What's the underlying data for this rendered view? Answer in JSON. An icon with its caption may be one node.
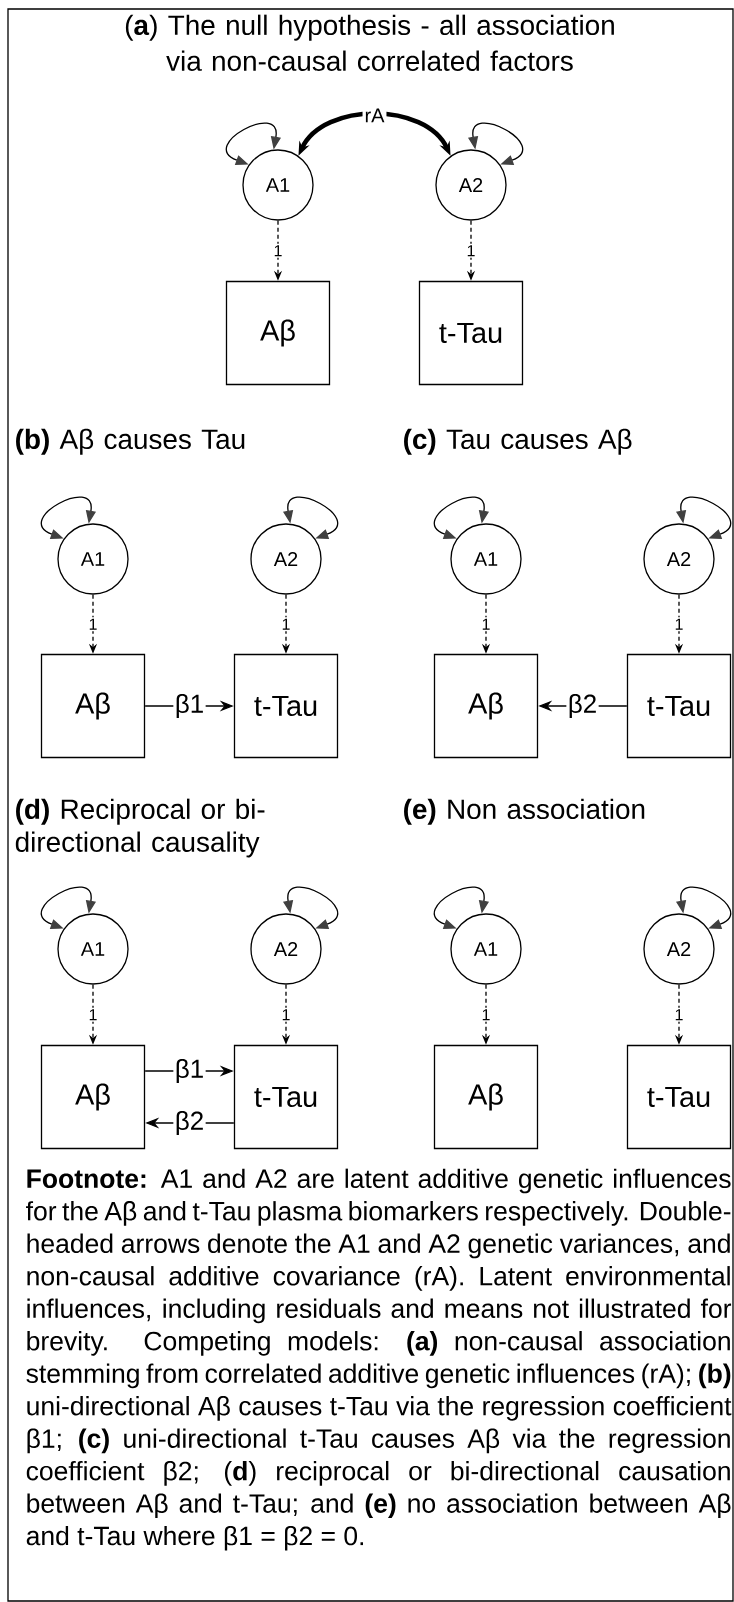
{
  "diagram": {
    "nodes": [
      {
        "text": [
          "A1"
        ]
      },
      {
        "text": [
          "A2"
        ]
      },
      {
        "text": [
          "Aβ"
        ]
      },
      {
        "text": [
          "t-Tau"
        ]
      },
      {
        "text": [
          "A1"
        ]
      },
      {
        "text": [
          "A2"
        ]
      },
      {
        "text": [
          "Aβ"
        ]
      },
      {
        "text": [
          "t-Tau"
        ]
      },
      {
        "text": [
          "A1"
        ]
      },
      {
        "text": [
          "A2"
        ]
      },
      {
        "text": [
          "Aβ"
        ]
      },
      {
        "text": [
          "t-Tau"
        ]
      },
      {
        "text": [
          "A1"
        ]
      },
      {
        "text": [
          "A2"
        ]
      },
      {
        "text": [
          "Aβ"
        ]
      },
      {
        "text": [
          "t-Tau"
        ]
      },
      {
        "text": [
          "A1"
        ]
      },
      {
        "text": [
          "A2"
        ]
      },
      {
        "text": [
          "Aβ"
        ]
      },
      {
        "text": [
          "t-Tau"
        ]
      }
    ],
    "edges": [
      {
        "from": 0,
        "to": 0,
        "arrow": "both"
      },
      {
        "from": 1,
        "to": 1,
        "arrow": "both"
      },
      {
        "from": 0,
        "to": 1,
        "arrow": "both",
        "label": "rA",
        "style": "thick"
      },
      {
        "from": 0,
        "to": 2,
        "arrow": "to",
        "label": "1",
        "style": "dashed"
      },
      {
        "from": 1,
        "to": 3,
        "arrow": "to",
        "label": "1",
        "style": "dashed"
      },
      {
        "from": 4,
        "to": 4,
        "arrow": "both"
      },
      {
        "from": 5,
        "to": 5,
        "arrow": "both"
      },
      {
        "from": 4,
        "to": 6,
        "arrow": "to",
        "label": "1",
        "style": "dashed"
      },
      {
        "from": 5,
        "to": 7,
        "arrow": "to",
        "label": "1",
        "style": "dashed"
      },
      {
        "from": 6,
        "to": 7,
        "arrow": "to",
        "label": "β1"
      },
      {
        "from": 8,
        "to": 8,
        "arrow": "both"
      },
      {
        "from": 9,
        "to": 9,
        "arrow": "both"
      },
      {
        "from": 8,
        "to": 10,
        "arrow": "to",
        "label": "1",
        "style": "dashed"
      },
      {
        "from": 9,
        "to": 11,
        "arrow": "to",
        "label": "1",
        "style": "dashed"
      },
      {
        "from": 11,
        "to": 10,
        "arrow": "to",
        "label": "β2"
      },
      {
        "from": 12,
        "to": 12,
        "arrow": "both"
      },
      {
        "from": 13,
        "to": 13,
        "arrow": "both"
      },
      {
        "from": 12,
        "to": 14,
        "arrow": "to",
        "label": "1",
        "style": "dashed"
      },
      {
        "from": 13,
        "to": 15,
        "arrow": "to",
        "label": "1",
        "style": "dashed"
      },
      {
        "from": 14,
        "to": 15,
        "arrow": "to",
        "label": "β1"
      },
      {
        "from": 15,
        "to": 14,
        "arrow": "to",
        "label": "β2"
      },
      {
        "from": 16,
        "to": 16,
        "arrow": "both"
      },
      {
        "from": 17,
        "to": 17,
        "arrow": "both"
      },
      {
        "from": 16,
        "to": 18,
        "arrow": "to",
        "label": "1",
        "style": "dashed"
      },
      {
        "from": 17,
        "to": 19,
        "arrow": "to",
        "label": "1",
        "style": "dashed"
      }
    ],
    "labels": [
      "(**a**) The null hypothesis - all association via non-causal correlated factors",
      "**(b)** Aβ causes Tau",
      "**(c)** Tau causes Aβ",
      "**(d)** Reciprocal or bi-directional causality",
      "**(e)** Non association",
      "**Footnote:** A1 and A2 are latent additive genetic influences for the Aβ and t-Tau plasma biomarkers respectively. Double-headed arrows denote the A1 and A2 genetic variances, and non-causal additive covariance (rA). Latent environmental influences, including residuals and means not illustrated for brevity. Competing models: **(a)** non-causal association stemming from correlated additive genetic influences (rA); **(b)** uni-directional Aβ causes t-Tau via the regression coefficient β1; **(c)** uni-directional t-Tau causes Aβ via the regression coefficient β2; (**d**) reciprocal or bi-directional causation between Aβ and t-Tau; and **(e)** no association between Aβ and t-Tau where β1 = β2 = 0."
    ]
  }
}
